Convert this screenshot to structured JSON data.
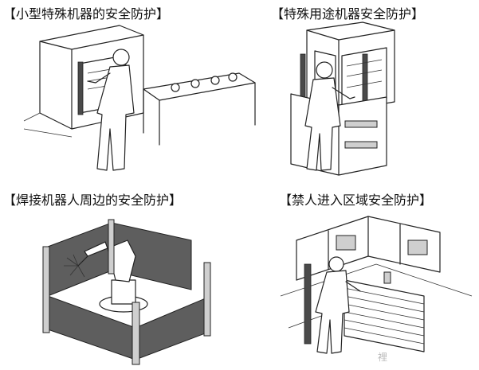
{
  "panels": [
    {
      "id": "small-machine",
      "caption": "【小型特殊机器的安全防护】"
    },
    {
      "id": "special-machine",
      "caption": "【特殊用途机器安全防护】"
    },
    {
      "id": "welding-robot",
      "caption": "【焊接机器人周边的安全防护】"
    },
    {
      "id": "restricted-zone",
      "caption": "【禁人进入区域安全防护】"
    }
  ],
  "watermark": "裡"
}
